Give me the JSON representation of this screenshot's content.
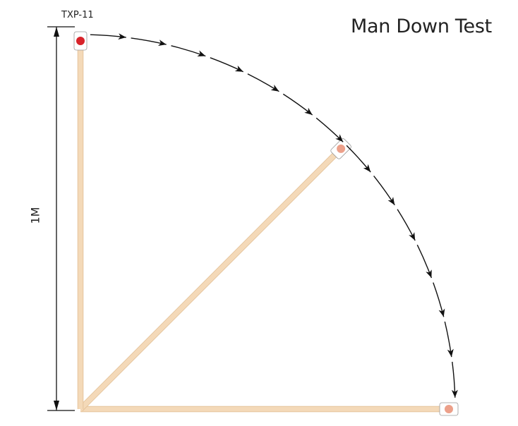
{
  "title": "Man Down Test",
  "device_label": "TXP-11",
  "dimension_label": "1M",
  "colors": {
    "pole_fill": "#f4d9b8",
    "pole_edge": "#e0bc90",
    "device_active": "#d8232a",
    "device_faded": "#eca08a",
    "arrow": "#111111"
  },
  "pole_positions": [
    {
      "name": "upright",
      "angle_deg": 90,
      "device_state": "active"
    },
    {
      "name": "tilted",
      "angle_deg": 45,
      "device_state": "faded"
    },
    {
      "name": "fallen",
      "angle_deg": 0,
      "device_state": "faded"
    }
  ]
}
